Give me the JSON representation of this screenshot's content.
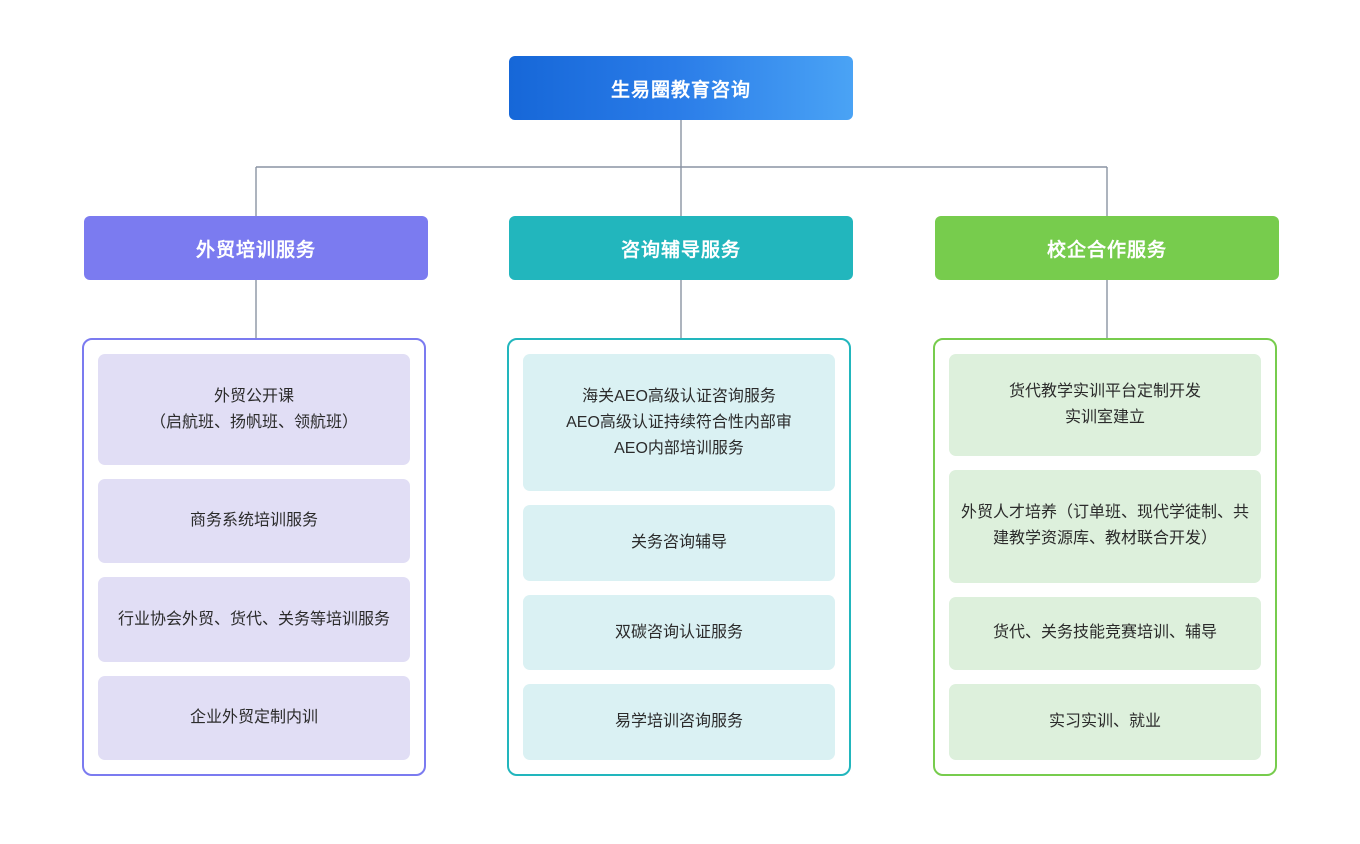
{
  "diagram": {
    "type": "organization-chart",
    "orientation": "top-down",
    "root": {
      "label": "生易圈教育咨询",
      "color": "#1667d8",
      "gradient_to": "#4aa3f5"
    },
    "branches": [
      {
        "label": "外贸培训服务",
        "color": "#7b7bf0",
        "item_fill": "#e1def5",
        "items": [
          {
            "label": "外贸公开课\n（启航班、扬帆班、领航班）"
          },
          {
            "label": "商务系统培训服务"
          },
          {
            "label": "行业协会外贸、货代、关务等培训服务"
          },
          {
            "label": "企业外贸定制内训"
          }
        ]
      },
      {
        "label": "咨询辅导服务",
        "color": "#22b6bd",
        "item_fill": "#daf1f3",
        "items": [
          {
            "label": "海关AEO高级认证咨询服务\nAEO高级认证持续符合性内部审\nAEO内部培训服务"
          },
          {
            "label": "关务咨询辅导"
          },
          {
            "label": "双碳咨询认证服务"
          },
          {
            "label": "易学培训咨询服务"
          }
        ]
      },
      {
        "label": "校企合作服务",
        "color": "#77cc4d",
        "item_fill": "#ddf0dc",
        "items": [
          {
            "label": "货代教学实训平台定制开发\n实训室建立"
          },
          {
            "label": "外贸人才培养（订单班、现代学徒制、共建教学资源库、教材联合开发）"
          },
          {
            "label": "货代、关务技能竞赛培训、辅导"
          },
          {
            "label": "实习实训、就业"
          }
        ]
      }
    ],
    "connector_color": "#8a93a3"
  }
}
